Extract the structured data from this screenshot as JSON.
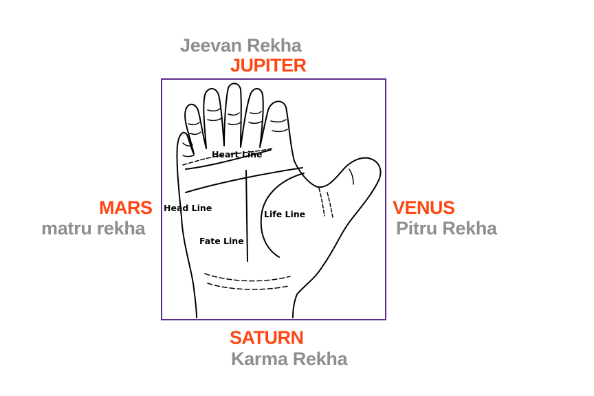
{
  "top": {
    "rekha": "Jeevan Rekha",
    "planet": "JUPITER"
  },
  "left": {
    "planet": "MARS",
    "rekha": "matru rekha"
  },
  "right": {
    "planet": "VENUS",
    "rekha": "Pitru Rekha"
  },
  "bottom": {
    "planet": "SATURN",
    "rekha": "Karma Rekha"
  },
  "palm": {
    "heart_line": "Heart Line",
    "head_line": "Head Line",
    "life_line": "Life Line",
    "fate_line": "Fate Line"
  },
  "colors": {
    "planet": "#ff4612",
    "rekha": "#8e8e8e",
    "frame": "#5c2a8c"
  }
}
